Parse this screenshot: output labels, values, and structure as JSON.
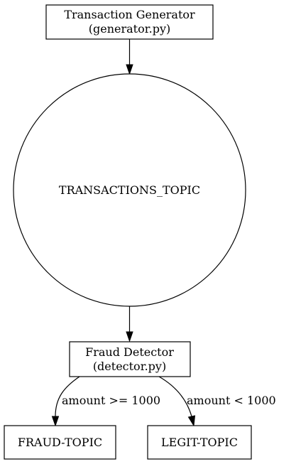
{
  "diagram": {
    "nodes": {
      "generator": {
        "shape": "box",
        "line1": "Transaction Generator",
        "line2": "(generator.py)"
      },
      "transactions_topic": {
        "shape": "circle",
        "label": "TRANSACTIONS_TOPIC"
      },
      "detector": {
        "shape": "box",
        "line1": "Fraud Detector",
        "line2": "(detector.py)"
      },
      "fraud_topic": {
        "shape": "box",
        "label": "FRAUD-TOPIC"
      },
      "legit_topic": {
        "shape": "box",
        "label": "LEGIT-TOPIC"
      }
    },
    "edges": {
      "generator_to_topic": {
        "from": "generator",
        "to": "transactions_topic",
        "label": ""
      },
      "topic_to_detector": {
        "from": "transactions_topic",
        "to": "detector",
        "label": ""
      },
      "detector_to_fraud": {
        "from": "detector",
        "to": "fraud_topic",
        "label": "amount >= 1000"
      },
      "detector_to_legit": {
        "from": "detector",
        "to": "legit_topic",
        "label": "amount < 1000"
      }
    },
    "colors": {
      "stroke": "#000000",
      "fill": "#ffffff",
      "text": "#000000"
    }
  }
}
